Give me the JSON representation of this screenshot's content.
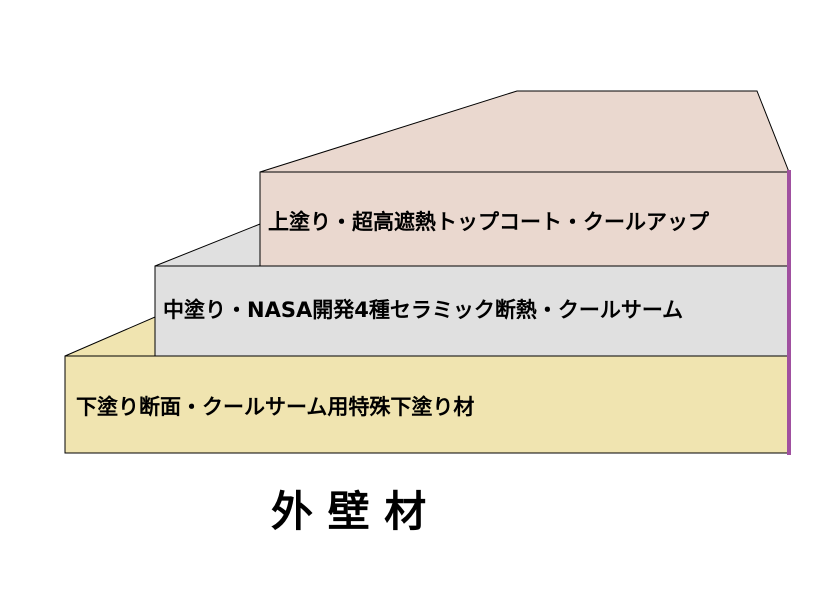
{
  "layers": [
    {
      "label": "上塗り・超高遮熱トップコート・クールアップ",
      "color": "#ead8cf"
    },
    {
      "label": "中塗り・NASA開発4種セラミック断熱・クールサーム",
      "color": "#e0e0e0"
    },
    {
      "label": "下塗り断面・クールサーム用特殊下塗り材",
      "color": "#f0e4b0"
    }
  ],
  "caption": "外 壁 材",
  "colors": {
    "outline": "#000000",
    "substrate_edge": "#a050a0"
  }
}
